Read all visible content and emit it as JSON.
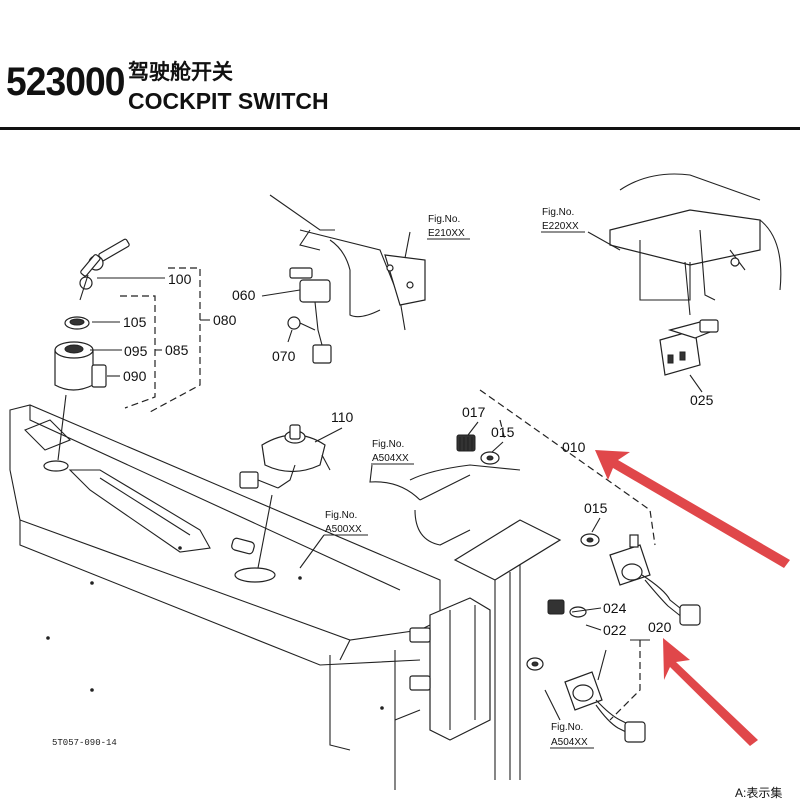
{
  "header": {
    "code": "523000",
    "title_cn": "驾驶舱开关",
    "title_en": "COCKPIT SWITCH"
  },
  "labels": {
    "p100": "100",
    "p105": "105",
    "p095": "095",
    "p090": "090",
    "p085": "085",
    "p080": "080",
    "p060": "060",
    "p070": "070",
    "p110": "110",
    "p017": "017",
    "p015a": "015",
    "p010": "010",
    "p015b": "015",
    "p024": "024",
    "p022": "022",
    "p020": "020",
    "p025": "025"
  },
  "fig_refs": {
    "e210_title": "Fig.No.",
    "e210_code": "E210XX",
    "e220_title": "Fig.No.",
    "e220_code": "E220XX",
    "a504a_title": "Fig.No.",
    "a504a_code": "A504XX",
    "a500_title": "Fig.No.",
    "a500_code": "A500XX",
    "a504b_title": "Fig.No.",
    "a504b_code": "A504XX"
  },
  "footer": {
    "drawing_no": "5T057-090-14",
    "corner_note": "A:表示集"
  },
  "colors": {
    "arrow": "#e0474a",
    "line": "#222222"
  }
}
